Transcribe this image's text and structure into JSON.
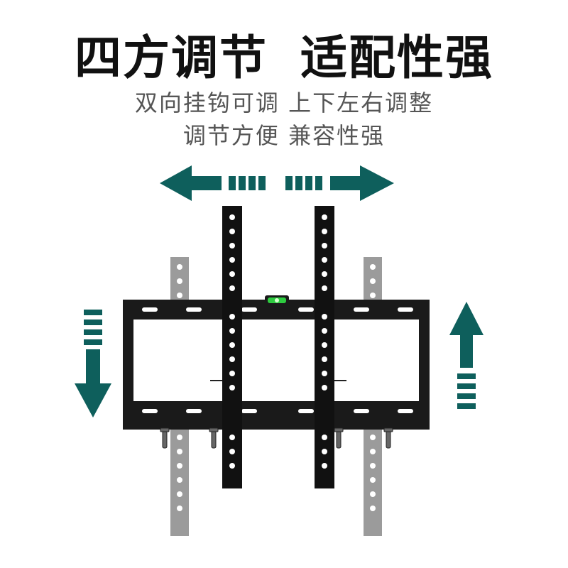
{
  "headline": {
    "part1": "四方调节",
    "part2": "适配性强"
  },
  "subtitle": {
    "line1": "双向挂钩可调 上下左右调整",
    "line2": "调节方便 兼容性强"
  },
  "colors": {
    "arrow": "#0e5f5c",
    "bracket": "#111111",
    "ghost_bracket": "#8a8a8a",
    "level_bubble": "#2ecc40",
    "headline": "#111111",
    "subtitle": "#555555"
  },
  "icons": [
    "arrow-left-icon",
    "arrow-right-icon",
    "arrow-up-icon",
    "arrow-down-icon",
    "bubble-level-icon"
  ]
}
